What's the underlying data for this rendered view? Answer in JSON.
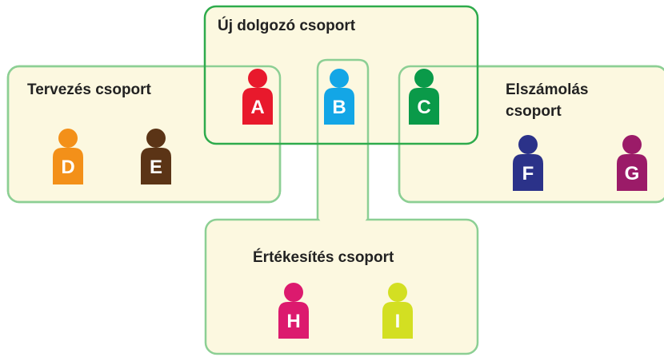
{
  "colors": {
    "group_fill": "#fcf8e0",
    "group_border": "#8ccf94",
    "new_group_border": "#2eab4c"
  },
  "groups": {
    "new_workers": {
      "title": "Új dolgozó csoport"
    },
    "design": {
      "title": "Tervezés csoport"
    },
    "accounting": {
      "title_lines": [
        "Elszámolás",
        "csoport"
      ]
    },
    "sales": {
      "title": "Értékesítés csoport"
    }
  },
  "people": [
    {
      "letter": "A",
      "color": "#e8192c",
      "icon": "person-icon"
    },
    {
      "letter": "B",
      "color": "#13a6e6",
      "icon": "person-icon"
    },
    {
      "letter": "C",
      "color": "#0a9a49",
      "icon": "person-icon"
    },
    {
      "letter": "D",
      "color": "#f39019",
      "icon": "person-icon"
    },
    {
      "letter": "E",
      "color": "#5b3416",
      "icon": "person-icon"
    },
    {
      "letter": "F",
      "color": "#2b3289",
      "icon": "person-icon"
    },
    {
      "letter": "G",
      "color": "#9b1b68",
      "icon": "person-icon"
    },
    {
      "letter": "H",
      "color": "#dc1a6e",
      "icon": "person-icon"
    },
    {
      "letter": "I",
      "color": "#d3df22",
      "icon": "person-icon"
    }
  ]
}
